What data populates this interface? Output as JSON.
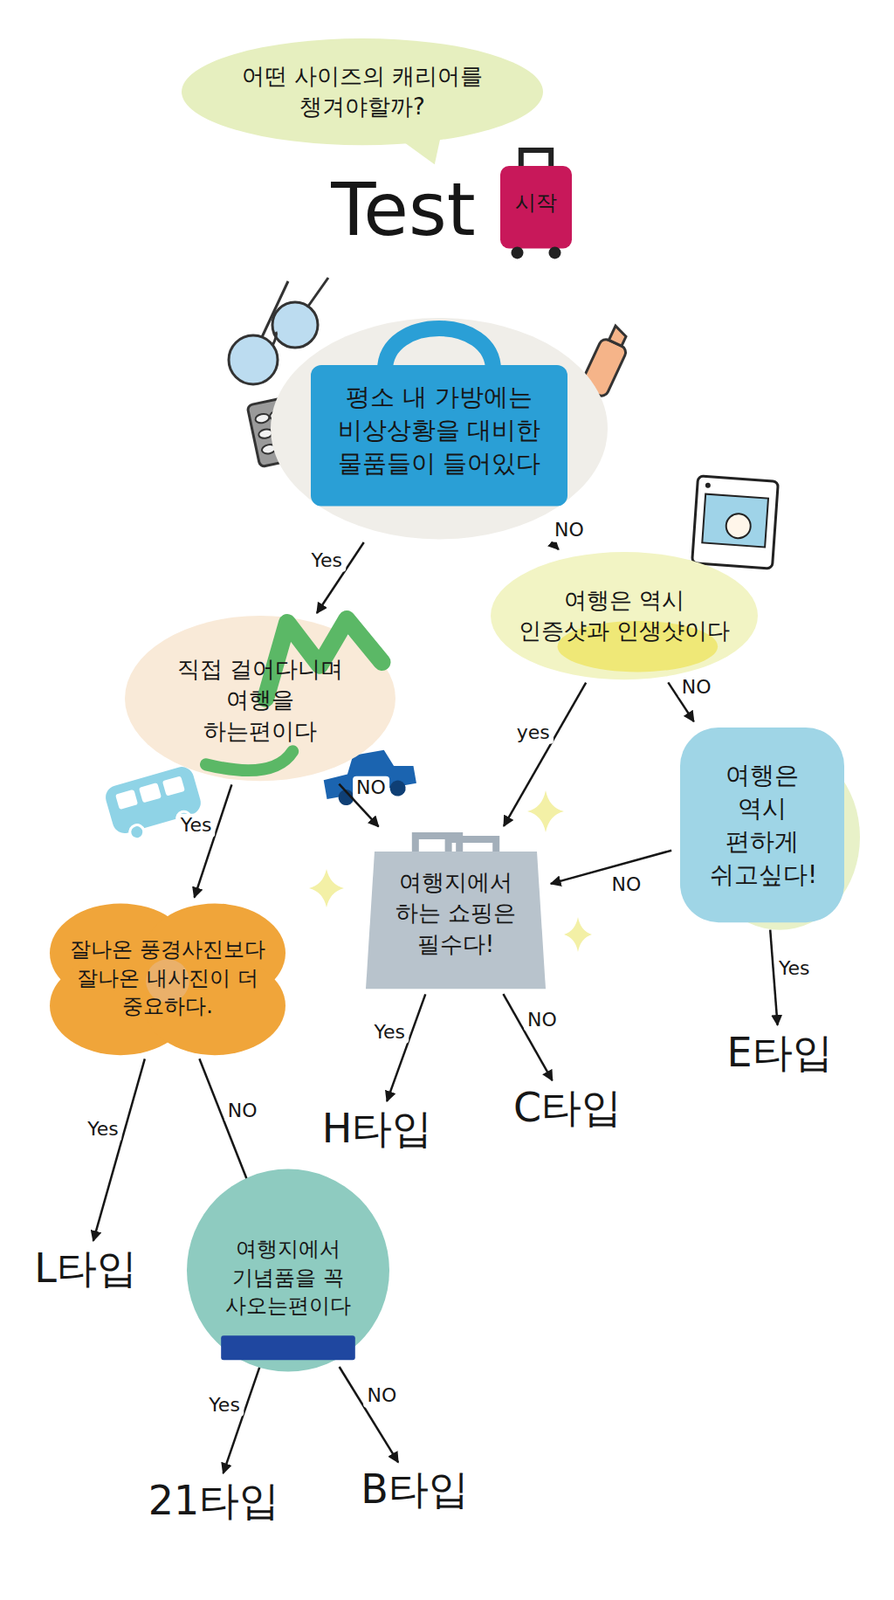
{
  "diagram": {
    "title": "어떤 사이즈의 캐리어를 챙겨야할까?",
    "nodes": [
      {
        "text": [
          "시작"
        ]
      },
      {
        "text": [
          "평소 내 가방에는 비상상황을 대비한 물품들이 들어있다"
        ]
      },
      {
        "text": [
          "직접 걸어다니며 여행을 하는편이다"
        ]
      },
      {
        "text": [
          "여행은 역시 인증샷과 인생샷이다"
        ]
      },
      {
        "text": [
          "여행지에서 하는 쇼핑은 필수다!"
        ]
      },
      {
        "text": [
          "여행은 역시 편하게 쉬고싶다!"
        ]
      },
      {
        "text": [
          "잘나온 풍경사진보다 잘나온 내사진이 더 중요하다."
        ]
      },
      {
        "text": [
          "E타입"
        ]
      },
      {
        "text": [
          "H타입"
        ]
      },
      {
        "text": [
          "C타입"
        ]
      },
      {
        "text": [
          "L타입"
        ]
      },
      {
        "text": [
          "여행지에서 기념품을 꼭 사오는편이다"
        ]
      },
      {
        "text": [
          "21타입"
        ]
      },
      {
        "text": [
          "B타입"
        ]
      }
    ],
    "edges": [
      {
        "from": 1,
        "to": 2,
        "label": "Yes",
        "arrow": "to"
      },
      {
        "from": 1,
        "to": 3,
        "label": "NO",
        "arrow": "to"
      },
      {
        "from": 2,
        "to": 6,
        "label": "Yes",
        "arrow": "to"
      },
      {
        "from": 2,
        "to": 4,
        "label": "NO",
        "arrow": "to"
      },
      {
        "from": 3,
        "to": 4,
        "label": "yes",
        "arrow": "to"
      },
      {
        "from": 3,
        "to": 5,
        "label": "NO",
        "arrow": "to"
      },
      {
        "from": 5,
        "to": 4,
        "label": "NO",
        "arrow": "to"
      },
      {
        "from": 5,
        "to": 7,
        "label": "Yes",
        "arrow": "to"
      },
      {
        "from": 4,
        "to": 8,
        "label": "Yes",
        "arrow": "to"
      },
      {
        "from": 4,
        "to": 9,
        "label": "NO",
        "arrow": "to"
      },
      {
        "from": 6,
        "to": 10,
        "label": "Yes",
        "arrow": "to"
      },
      {
        "from": 6,
        "to": 11,
        "label": "NO",
        "arrow": "to"
      },
      {
        "from": 11,
        "to": 12,
        "label": "Yes",
        "arrow": "to"
      },
      {
        "from": 11,
        "to": 13,
        "label": "NO",
        "arrow": "to"
      }
    ],
    "labels": [
      "Test"
    ]
  }
}
